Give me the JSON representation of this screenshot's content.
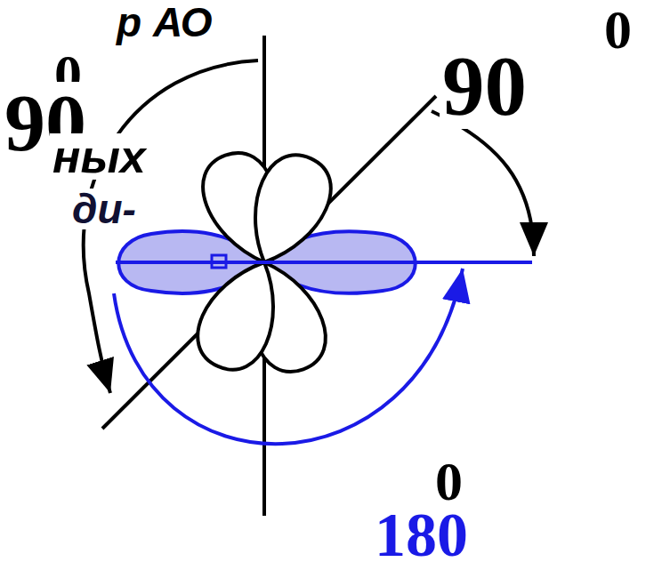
{
  "diagram": {
    "labels": [
      "р АО",
      "0",
      "90",
      "ных",
      "ди-",
      "90",
      "0",
      "0",
      "180"
    ]
  }
}
